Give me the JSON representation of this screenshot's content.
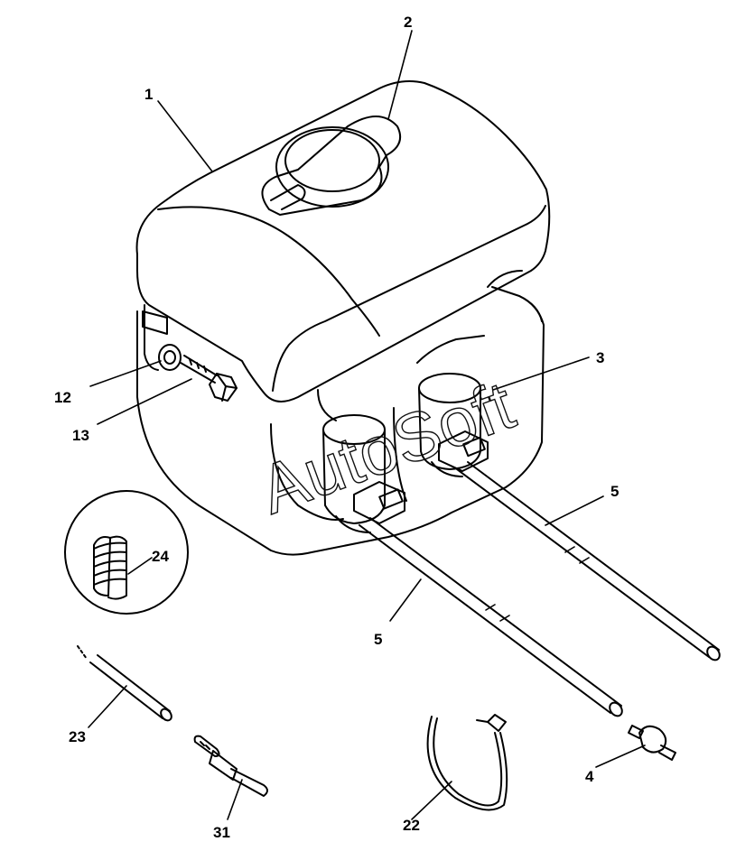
{
  "watermark": "AutoSoft",
  "callouts": {
    "c1": "1",
    "c2": "2",
    "c3": "3",
    "c4": "4",
    "c5a": "5",
    "c5b": "5",
    "c12": "12",
    "c13": "13",
    "c22": "22",
    "c23": "23",
    "c24": "24",
    "c31": "31"
  },
  "colors": {
    "line": "#000000",
    "background": "#ffffff"
  }
}
